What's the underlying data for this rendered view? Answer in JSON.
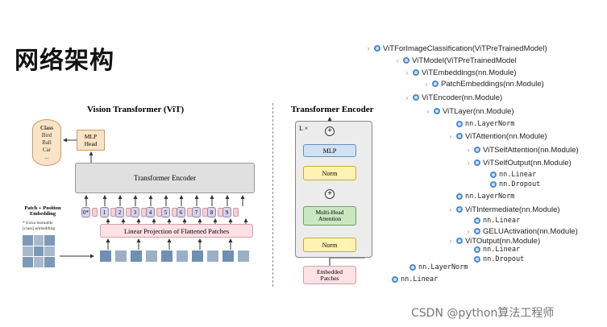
{
  "slide": {
    "title": "网络架构",
    "watermark": "CSDN @python算法工程师"
  },
  "vit_diagram": {
    "title": "Vision Transformer (ViT)",
    "class_head": {
      "label": "Class",
      "items": [
        "Bird",
        "Ball",
        "Car",
        "..."
      ]
    },
    "mlp_head": {
      "line1": "MLP",
      "line2": "Head"
    },
    "transformer_encoder": "Transformer Encoder",
    "linear_projection": "Linear Projection of Flattened Patches",
    "patch_embedding_label": {
      "line1": "Patch + Position",
      "line2": "Embedding"
    },
    "extra_note": {
      "line1": "* Extra learnable",
      "line2": "[class] embedding"
    },
    "tokens": [
      "0*",
      "1",
      "2",
      "3",
      "4",
      "5",
      "6",
      "7",
      "8",
      "9"
    ]
  },
  "encoder_diagram": {
    "title": "Transformer Encoder",
    "repeat": "L ×",
    "mlp": "MLP",
    "norm_top": "Norm",
    "mha": {
      "line1": "Multi-Head",
      "line2": "Attention"
    },
    "norm_bottom": "Norm",
    "embedded": {
      "line1": "Embedded",
      "line2": "Patches"
    },
    "plus": "+"
  },
  "model_tree": [
    {
      "label": "ViTForImageClassification(ViTPreTrainedModel)",
      "chevron": "›",
      "icon": "class-icon"
    },
    {
      "label": "ViTModel(ViTPreTrainedModel",
      "chevron": "›",
      "icon": "class-icon"
    },
    {
      "label": "ViTEmbeddings(nn.Module)",
      "chevron": "›",
      "icon": "class-icon"
    },
    {
      "label": "PatchEmbeddings(nn.Module)",
      "chevron": "›",
      "icon": "class-icon"
    },
    {
      "label": "ViTEncoder(nn.Module)",
      "chevron": "›",
      "icon": "class-icon"
    },
    {
      "label": "ViTLayer(nn.Module)",
      "chevron": "›",
      "icon": "class-icon"
    },
    {
      "label": "nn.LayerNorm",
      "chevron": "",
      "icon": "class-icon"
    },
    {
      "label": "ViTAttention(nn.Module)",
      "chevron": "›",
      "icon": "class-icon"
    },
    {
      "label": "ViTSelfAttention(nn.Module)",
      "chevron": "›",
      "icon": "class-icon"
    },
    {
      "label": "ViTSelfOutput(nn.Module)",
      "chevron": "›",
      "icon": "class-icon"
    },
    {
      "label": "nn.Linear",
      "chevron": "",
      "icon": "class-icon"
    },
    {
      "label": "nn.Dropout",
      "chevron": "",
      "icon": "class-icon"
    },
    {
      "label": "nn.LayerNorm",
      "chevron": "",
      "icon": "class-icon"
    },
    {
      "label": "ViTIntermediate(nn.Module)",
      "chevron": "›",
      "icon": "class-icon"
    },
    {
      "label": "nn.Linear",
      "chevron": "",
      "icon": "class-icon"
    },
    {
      "label": "GELUActivation(nn.Module)",
      "chevron": "›",
      "icon": "class-icon"
    },
    {
      "label": "ViTOutput(nn.Module)",
      "chevron": "›",
      "icon": "class-icon"
    },
    {
      "label": "nn.Linear",
      "chevron": "",
      "icon": "class-icon"
    },
    {
      "label": "nn.Dropout",
      "chevron": "",
      "icon": "class-icon"
    },
    {
      "label": "nn.LayerNorm",
      "chevron": "",
      "icon": "class-icon"
    },
    {
      "label": "nn.Linear",
      "chevron": "",
      "icon": "class-icon"
    }
  ],
  "colors": {
    "tree_icon": "#4a8ad4",
    "mlp_head_fill": "#fbe3c6",
    "encoder_fill": "#e0e0e0",
    "projection_fill": "#fde1e5",
    "mlp_fill": "#cfe2f3",
    "norm_fill": "#fff2b3",
    "attention_fill": "#c9e8c2"
  }
}
